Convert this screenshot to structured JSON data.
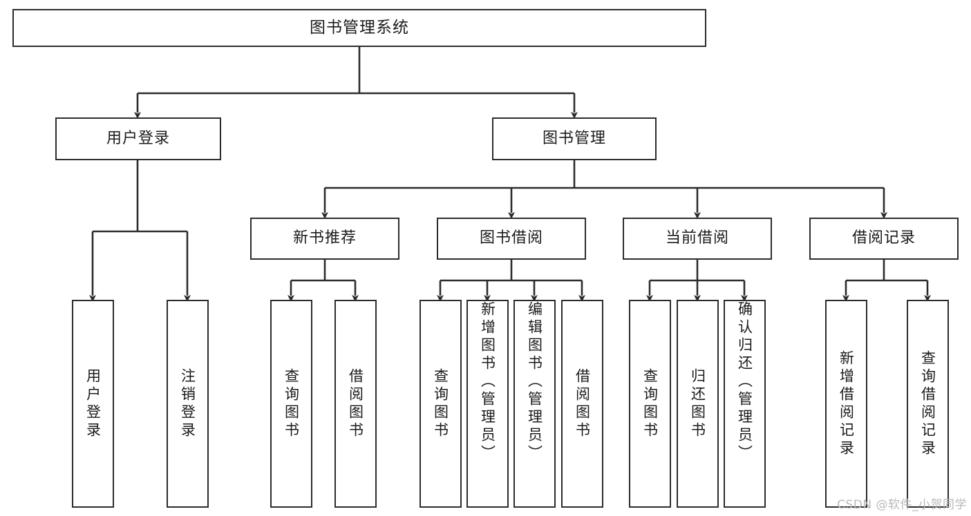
{
  "diagram": {
    "type": "hierarchy-tree",
    "title": "图书管理系统",
    "watermark": "CSDN @软件_小贺同学",
    "colors": {
      "stroke": "#2b2b2b",
      "fill": "#ffffff",
      "text": "#1a1a1a",
      "watermark": "#b9b9b9"
    }
  },
  "nodes": {
    "root": {
      "label": "图书管理系统"
    },
    "level2": [
      {
        "id": "user-login",
        "label": "用户登录"
      },
      {
        "id": "book-manage",
        "label": "图书管理"
      }
    ],
    "level3": [
      {
        "id": "new-book-recommend",
        "label": "新书推荐"
      },
      {
        "id": "book-borrow",
        "label": "图书借阅"
      },
      {
        "id": "current-borrow",
        "label": "当前借阅"
      },
      {
        "id": "borrow-record",
        "label": "借阅记录"
      }
    ],
    "leaves": {
      "user_login": [
        {
          "id": "leaf-user-login",
          "label": "用户登录"
        },
        {
          "id": "leaf-logout",
          "label": "注销登录"
        }
      ],
      "new_book_recommend": [
        {
          "id": "leaf-query-book-1",
          "label": "查询图书"
        },
        {
          "id": "leaf-borrow-book-1",
          "label": "借阅图书"
        }
      ],
      "book_borrow": [
        {
          "id": "leaf-query-book-2",
          "label": "查询图书"
        },
        {
          "id": "leaf-add-book",
          "label": "新增图书（管理员）"
        },
        {
          "id": "leaf-edit-book",
          "label": "编辑图书（管理员）"
        },
        {
          "id": "leaf-borrow-book-2",
          "label": "借阅图书"
        }
      ],
      "current_borrow": [
        {
          "id": "leaf-query-book-3",
          "label": "查询图书"
        },
        {
          "id": "leaf-return-book",
          "label": "归还图书"
        },
        {
          "id": "leaf-confirm-return",
          "label": "确认归还（管理员）"
        }
      ],
      "borrow_record": [
        {
          "id": "leaf-add-record",
          "label": "新增借阅记录"
        },
        {
          "id": "leaf-query-record",
          "label": "查询借阅记录"
        }
      ]
    }
  }
}
